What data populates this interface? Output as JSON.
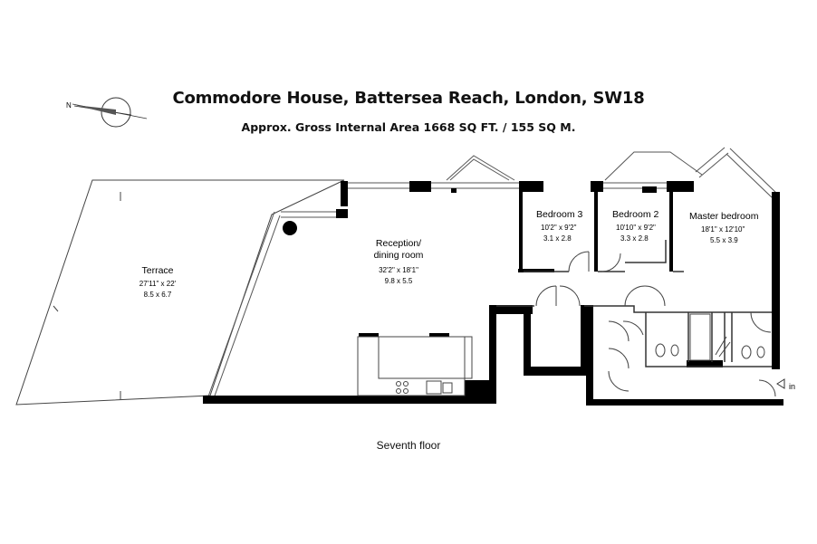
{
  "header": {
    "title": "Commodore House, Battersea Reach, London, SW18",
    "subtitle": "Approx. Gross Internal Area 1668 SQ FT. / 155 SQ M."
  },
  "compass": {
    "label": "N"
  },
  "rooms": {
    "terrace": {
      "name": "Terrace",
      "imperial": "27'11\" x 22'",
      "metric": "8.5 x 6.7"
    },
    "reception": {
      "name_line1": "Reception/",
      "name_line2": "dining room",
      "imperial": "32'2\" x 18'1\"",
      "metric": "9.8 x 5.5"
    },
    "bedroom3": {
      "name": "Bedroom 3",
      "imperial": "10'2\" x 9'2\"",
      "metric": "3.1 x 2.8"
    },
    "bedroom2": {
      "name": "Bedroom 2",
      "imperial": "10'10\" x 9'2\"",
      "metric": "3.3 x 2.8"
    },
    "master": {
      "name": "Master bedroom",
      "imperial": "18'1\" x 12'10\"",
      "metric": "5.5 x 3.9"
    }
  },
  "entrance": {
    "label": "in"
  },
  "footer": {
    "floor_label": "Seventh floor"
  }
}
